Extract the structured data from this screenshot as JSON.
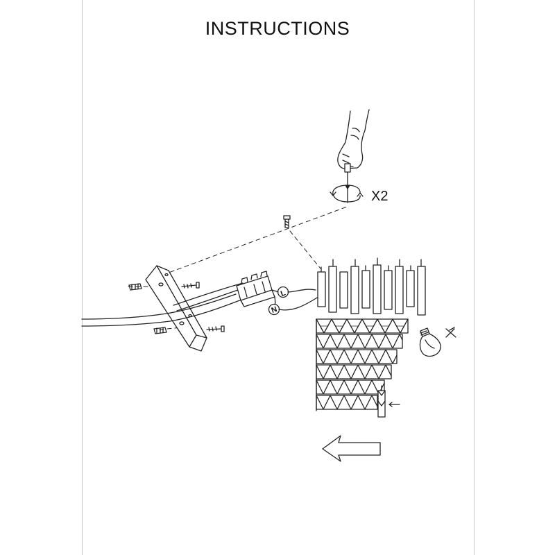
{
  "page": {
    "title": "INSTRUCTIONS"
  },
  "step": {
    "multiplier": "X2"
  },
  "wiring": {
    "terminal_live": "L",
    "terminal_neutral": "N"
  },
  "icons": {
    "hand": "hand-screwdriver-icon",
    "rotation": "rotation-arrow-icon",
    "bulb": "light-bulb-icon",
    "direction": "left-arrow-icon"
  }
}
